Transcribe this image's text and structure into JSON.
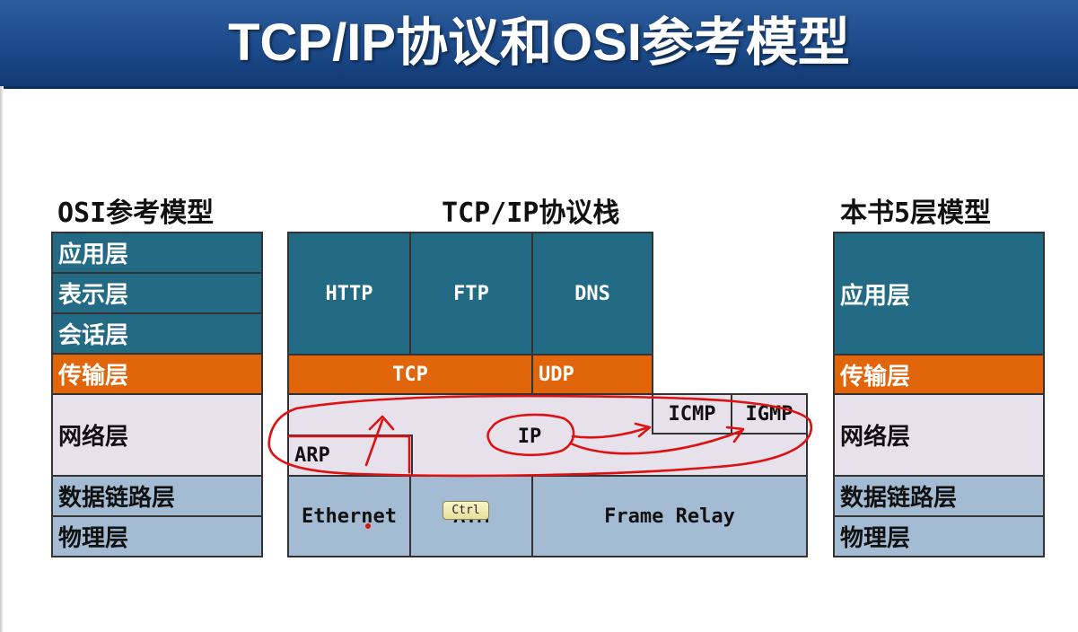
{
  "title": "TCP/IP协议和OSI参考模型",
  "osi": {
    "heading": "OSI参考模型",
    "layers": [
      "应用层",
      "表示层",
      "会话层",
      "传输层",
      "网络层",
      "数据链路层",
      "物理层"
    ]
  },
  "tcpip": {
    "heading": "TCP/IP协议栈",
    "application": [
      "HTTP",
      "FTP",
      "DNS"
    ],
    "transport": [
      "TCP",
      "UDP"
    ],
    "network": [
      "IP",
      "ICMP",
      "IGMP",
      "ARP"
    ],
    "link": [
      "Ethernet",
      "ATM",
      "Frame Relay"
    ]
  },
  "five_layer": {
    "heading": "本书5层模型",
    "layers": [
      "应用层",
      "传输层",
      "网络层",
      "数据链路层",
      "物理层"
    ]
  },
  "overlay": {
    "key_badge": "Ctrl"
  },
  "colors": {
    "banner": "#1c4a8a",
    "application": "#236b84",
    "transport": "#e0650b",
    "network": "#e7e1ec",
    "link": "#a3bcd4",
    "annotation": "#dd1111"
  }
}
